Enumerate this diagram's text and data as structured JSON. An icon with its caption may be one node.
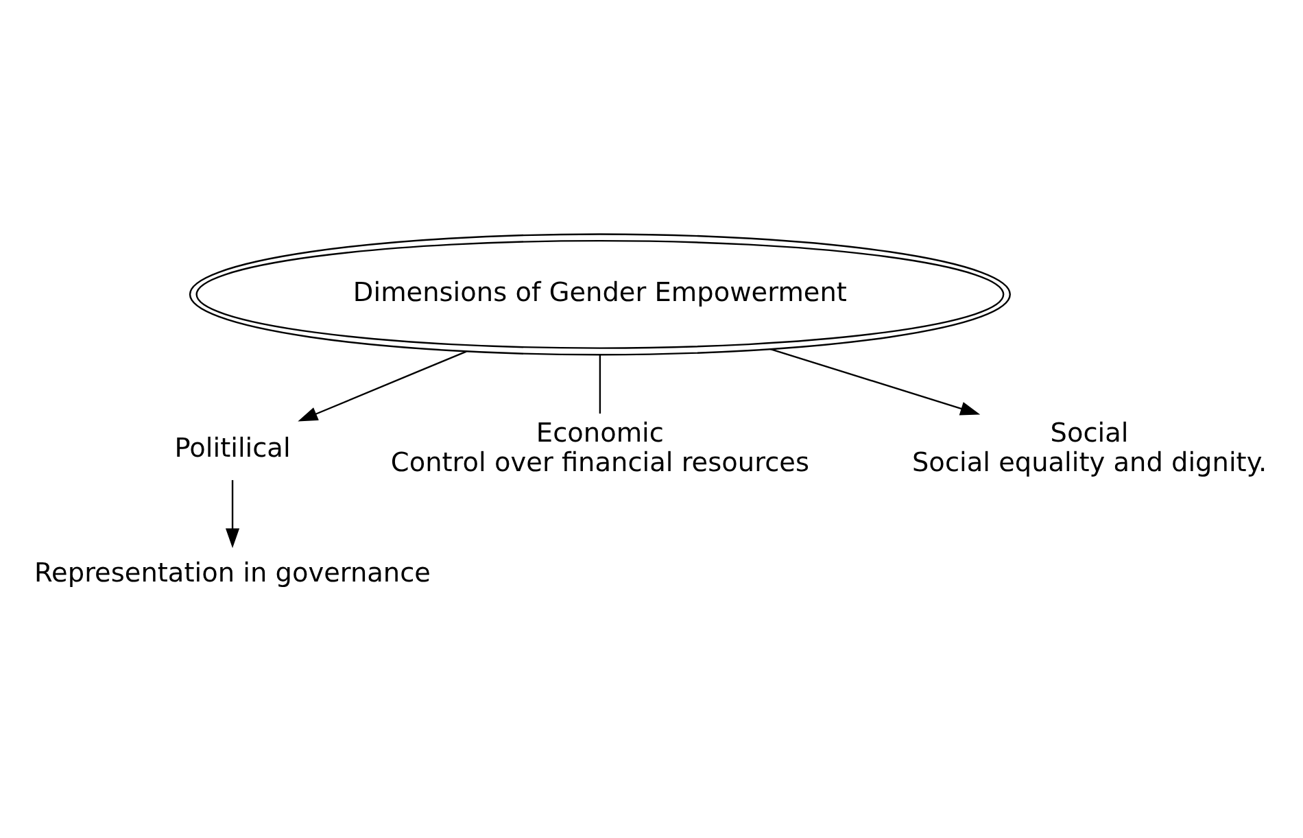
{
  "diagram": {
    "nodes": [
      {
        "text": [
          "Dimensions of Gender Empowerment"
        ]
      },
      {
        "text": [
          "Politilical"
        ]
      },
      {
        "text": [
          "Representation in governance"
        ]
      },
      {
        "text": [
          "Economic",
          "Control over financial resources"
        ]
      },
      {
        "text": [
          "Social",
          "Social equality and dignity."
        ]
      }
    ],
    "edges": [
      {
        "from": 0,
        "to": 1,
        "arrow": "to"
      },
      {
        "from": 0,
        "to": 3,
        "arrow": "none"
      },
      {
        "from": 0,
        "to": 4,
        "arrow": "to"
      },
      {
        "from": 1,
        "to": 2,
        "arrow": "to"
      }
    ]
  }
}
